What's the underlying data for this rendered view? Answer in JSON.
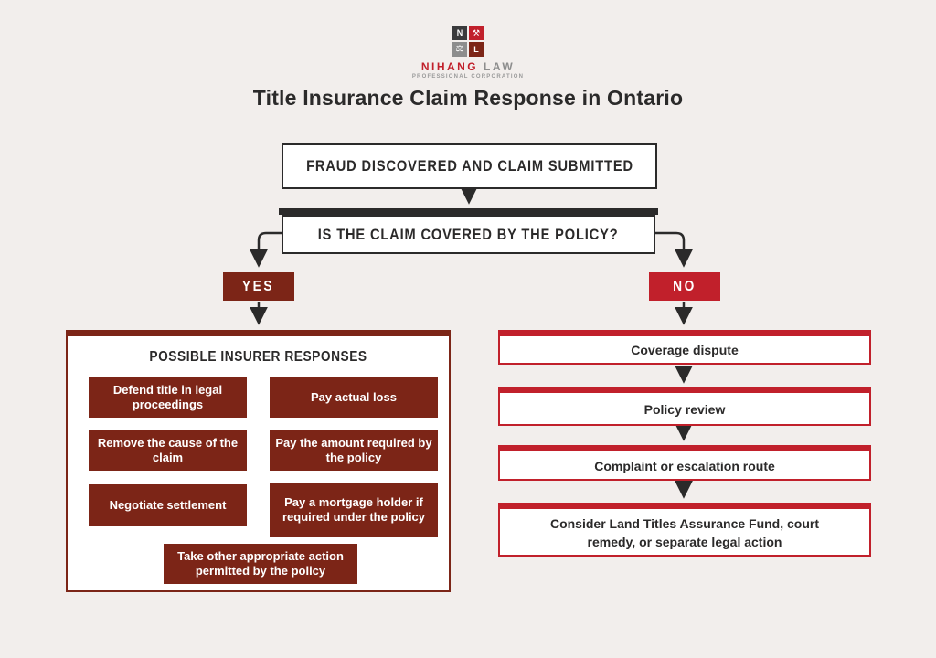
{
  "logo": {
    "top_left_letter": "N",
    "top_right_glyph": "⚒",
    "bottom_left_glyph": "⚖",
    "bottom_right_letter": "L",
    "name_primary": "NIHANG",
    "name_secondary": "LAW",
    "tagline": "PROFESSIONAL CORPORATION"
  },
  "title": "Title Insurance Claim Response in Ontario",
  "flow": {
    "start": "FRAUD DISCOVERED AND CLAIM SUBMITTED",
    "decision": "IS THE CLAIM COVERED BY THE POLICY?",
    "yes_label": "YES",
    "no_label": "NO"
  },
  "left_panel": {
    "heading": "POSSIBLE INSURER RESPONSES",
    "buttons": [
      "Defend title in legal proceedings",
      "Pay actual loss",
      "Remove the cause of the claim",
      "Pay the amount required by the policy",
      "Negotiate settlement",
      "Pay a mortgage holder if required under the policy",
      "Take other appropriate action permitted by the policy"
    ]
  },
  "right_panel": {
    "steps": [
      "Coverage dispute",
      "Policy review",
      "Complaint or escalation route",
      "Consider Land Titles Assurance Fund, court remedy, or separate legal action"
    ]
  },
  "colors": {
    "maroon": "#7c2517",
    "red": "#c1202b",
    "dark": "#2b2a2a",
    "background": "#f2eeec"
  }
}
